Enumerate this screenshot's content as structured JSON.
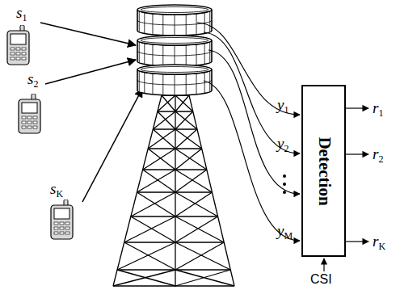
{
  "diagram": {
    "nodes": [
      {
        "text": [
          "Detection"
        ]
      }
    ],
    "labels": [
      "s1",
      "s2",
      "sK",
      "y1",
      "y2",
      "yM",
      "r1",
      "r2",
      "rK",
      "CSI"
    ]
  }
}
